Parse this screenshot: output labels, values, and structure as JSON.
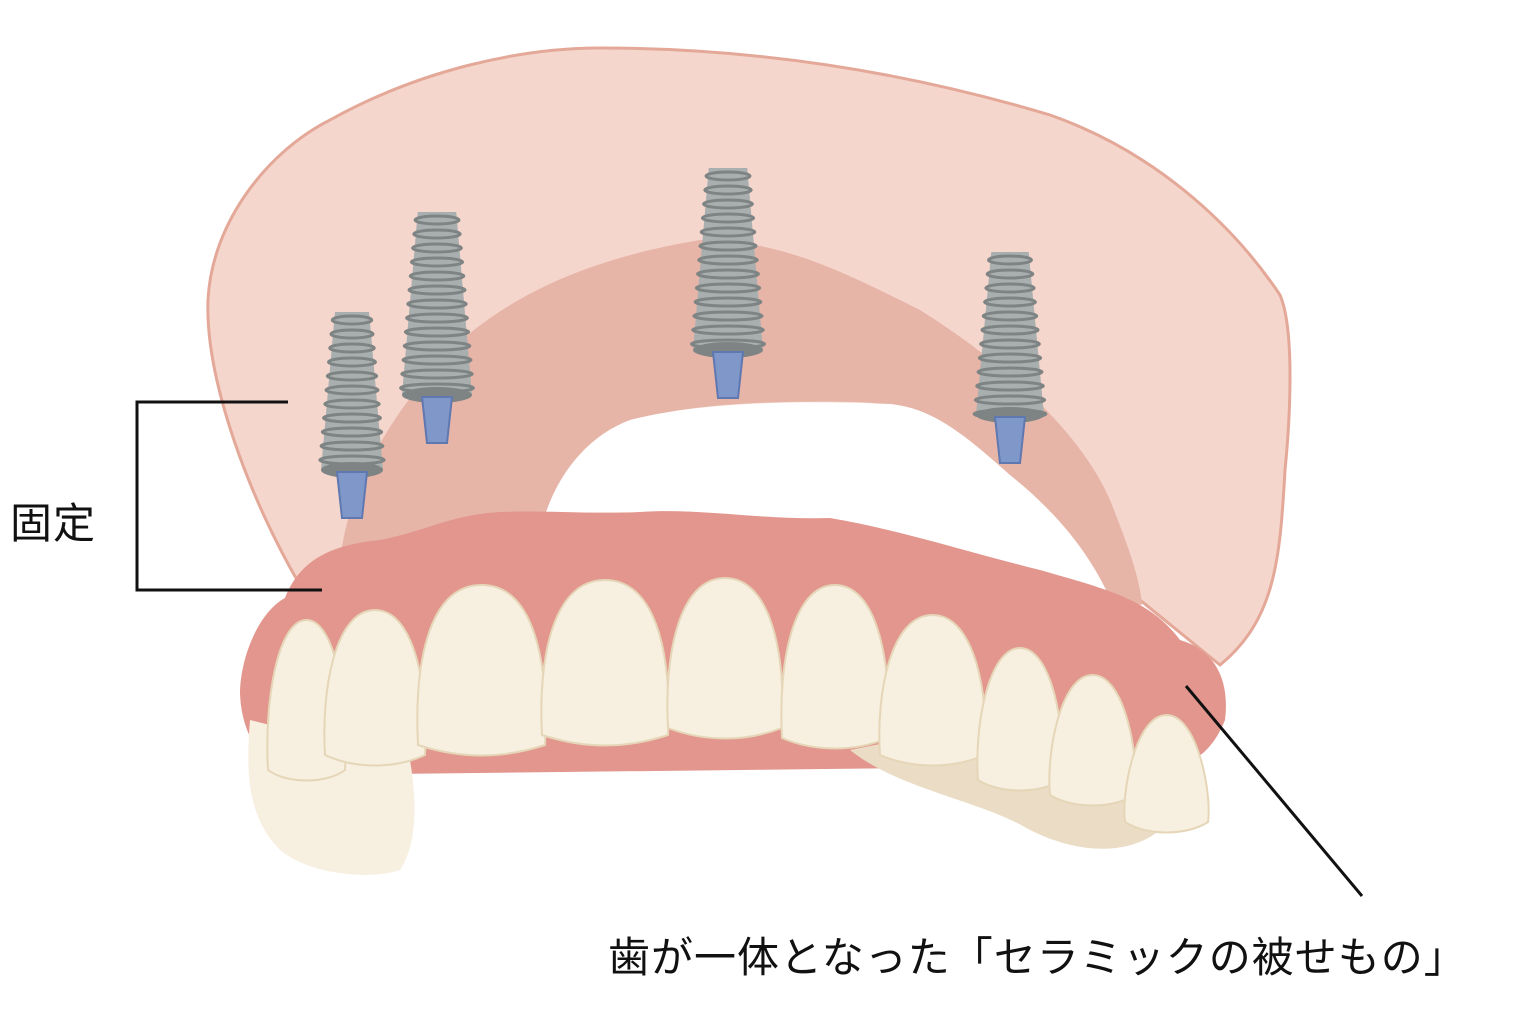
{
  "labels": {
    "fixed": "固定",
    "crown": "歯が一体となった「セラミックの被せもの」"
  },
  "colors": {
    "palate": "#f5d6cd",
    "palate_stroke": "#e4a898",
    "palate_inner": "#e7b5a8",
    "gum": "#e2968d",
    "gum_dark": "#d57f77",
    "tooth": "#f7efe0",
    "tooth_shadow": "#ebdcc5",
    "implant": "#a9aeae",
    "implant_ring": "#7e8484",
    "abutment": "#7f97c9"
  },
  "implant_count": 4
}
